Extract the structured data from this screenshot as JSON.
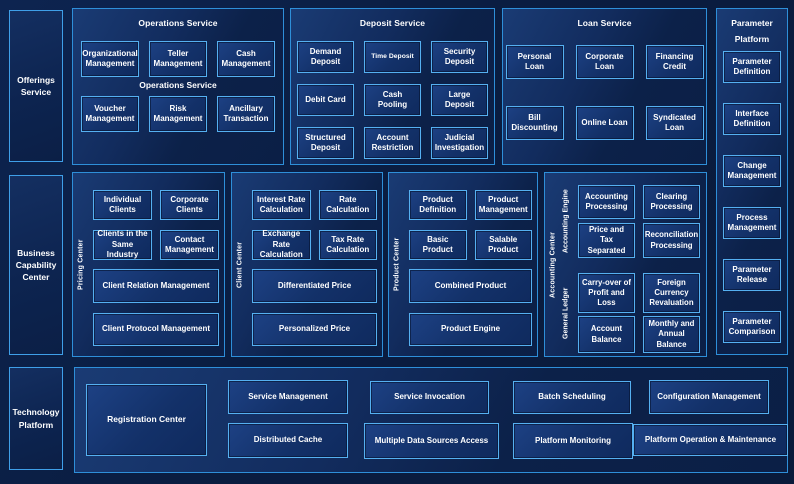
{
  "diagram": {
    "left_rail": {
      "offerings": "Offerings Service",
      "business_capability": "Business Capability Center",
      "technology": "Technology Platform"
    },
    "operations": {
      "title": "Operations Service",
      "mid_label": "Operations Service",
      "row1": [
        "Organizational Management",
        "Teller Management",
        "Cash Management"
      ],
      "row2": [
        "Voucher Management",
        "Risk Management",
        "Ancillary Transaction"
      ]
    },
    "deposit": {
      "title": "Deposit Service",
      "boxes": [
        "Demand Deposit",
        "Time Deposit",
        "Security Deposit",
        "Debit Card",
        "Cash Pooling",
        "Large Deposit",
        "Structured Deposit",
        "Account Restriction",
        "Judicial Investigation"
      ]
    },
    "loan": {
      "title": "Loan Service",
      "row1": [
        "Personal Loan",
        "Corporate Loan",
        "Financing Credit"
      ],
      "row2": [
        "Bill Discounting",
        "Online Loan",
        "Syndicated Loan"
      ]
    },
    "parameter_platform": {
      "title": "Parameter Platform",
      "boxes": [
        "Parameter Definition",
        "Interface Definition",
        "Change Management",
        "Process Management",
        "Parameter Release",
        "Parameter Comparison"
      ]
    },
    "pricing_center": {
      "label": "Pricing Center",
      "row1": [
        "Individual Clients",
        "Corporate Clients"
      ],
      "row2": [
        "Clients in the Same Industry",
        "Contact Management"
      ],
      "wide1": "Client Relation Management",
      "wide2": "Client Protocol Management"
    },
    "client_center": {
      "label": "Client Center",
      "row1": [
        "Interest Rate Calculation",
        "Rate Calculation"
      ],
      "row2": [
        "Exchange Rate Calculation",
        "Tax Rate Calculation"
      ],
      "wide1": "Differentiated Price",
      "wide2": "Personalized Price"
    },
    "product_center": {
      "label": "Product Center",
      "row1": [
        "Product Definition",
        "Product Management"
      ],
      "row2": [
        "Basic Product",
        "Salable Product"
      ],
      "wide1": "Combined Product",
      "wide2": "Product Engine"
    },
    "accounting_center": {
      "label": "Accounting Center",
      "engine_label": "Accounting Engine",
      "ledger_label": "General Ledger",
      "engine_boxes": [
        "Accounting Processing",
        "Clearing Processing",
        "Price and Tax Separated",
        "Reconciliation Processing"
      ],
      "ledger_boxes": [
        "Carry-over of Profit and Loss",
        "Foreign Currency Revaluation",
        "Account Balance",
        "Monthly and Annual Balance"
      ]
    },
    "technology_platform": {
      "registration": "Registration Center",
      "service_management": "Service Management",
      "distributed_cache": "Distributed Cache",
      "service_invocation": "Service Invocation",
      "multiple_data_sources": "Multiple Data Sources Access",
      "batch_scheduling": "Batch Scheduling",
      "platform_monitoring": "Platform Monitoring",
      "configuration_management": "Configuration Management",
      "platform_operation": "Platform Operation & Maintenance"
    },
    "colors": {
      "background": "#0a1d41",
      "panel_border": "#2e8fd9",
      "box_border": "#55b0f1",
      "text": "#ffffff"
    }
  }
}
